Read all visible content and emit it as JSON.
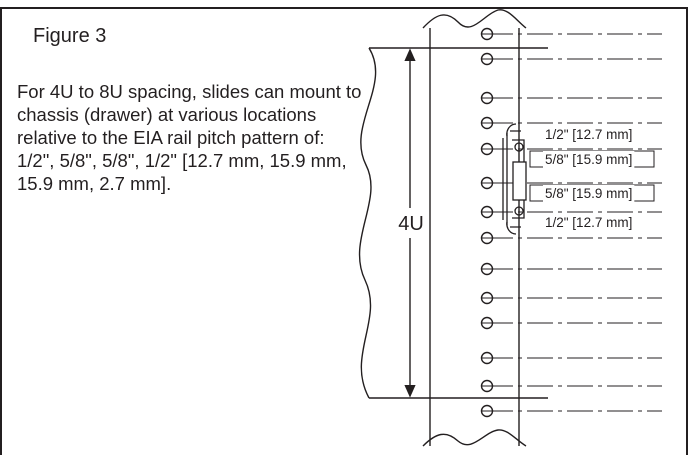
{
  "figure": {
    "title": "Figure 3",
    "caption": "For 4U to 8U spacing, slides can mount to chassis (drawer) at various locations relative to the EIA rail pitch pattern of:  1/2\", 5/8\", 5/8\", 1/2\" [12.7 mm, 15.9 mm, 15.9 mm, 2.7 mm]."
  },
  "diagram": {
    "rack_height_label": "4U",
    "pitch_labels": [
      "1/2\" [12.7 mm]",
      "5/8\" [15.9 mm]",
      "5/8\" [15.9 mm]",
      "1/2\" [12.7 mm]"
    ],
    "hole_count": 14,
    "line_color": "#231f20"
  }
}
